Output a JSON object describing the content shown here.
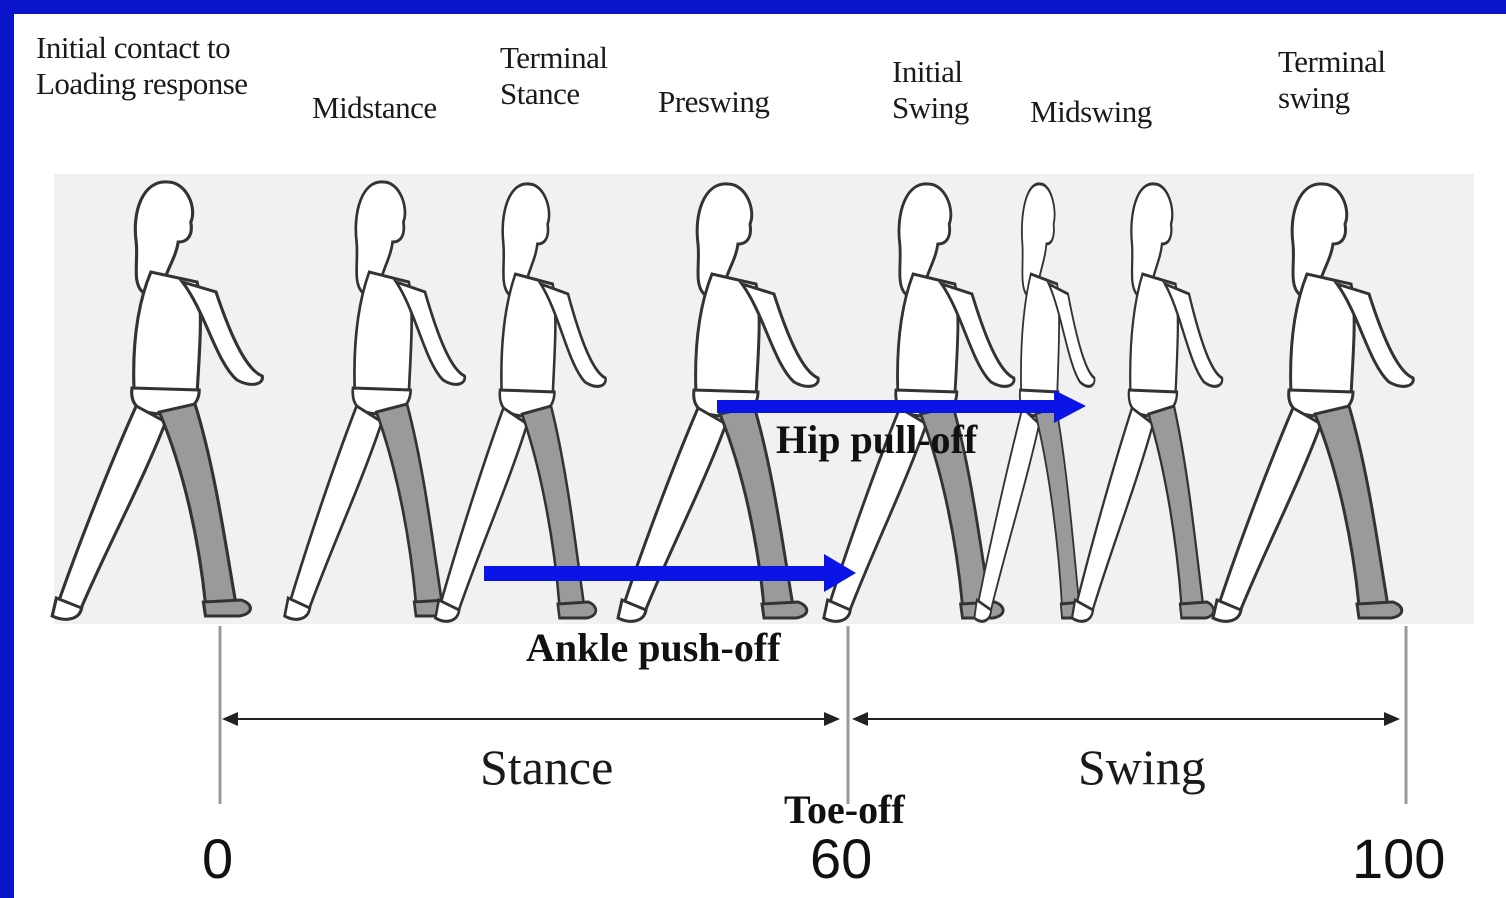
{
  "phases": [
    {
      "label": "Initial contact to\nLoading response"
    },
    {
      "label": "Midstance"
    },
    {
      "label": "Terminal\nStance"
    },
    {
      "label": "Preswing"
    },
    {
      "label": "Initial\nSwing"
    },
    {
      "label": "Midswing"
    },
    {
      "label": "Terminal\nswing"
    }
  ],
  "annotations": {
    "hip": "Hip pull-off",
    "ankle": "Ankle push-off",
    "toe_off": "Toe-off"
  },
  "sections": {
    "stance": "Stance",
    "swing": "Swing"
  },
  "ticks": [
    "0",
    "60",
    "100"
  ],
  "colors": {
    "frame": "#0a14c8",
    "arrow": "#0a14e6",
    "shaded_leg": "#9a9a9a"
  }
}
